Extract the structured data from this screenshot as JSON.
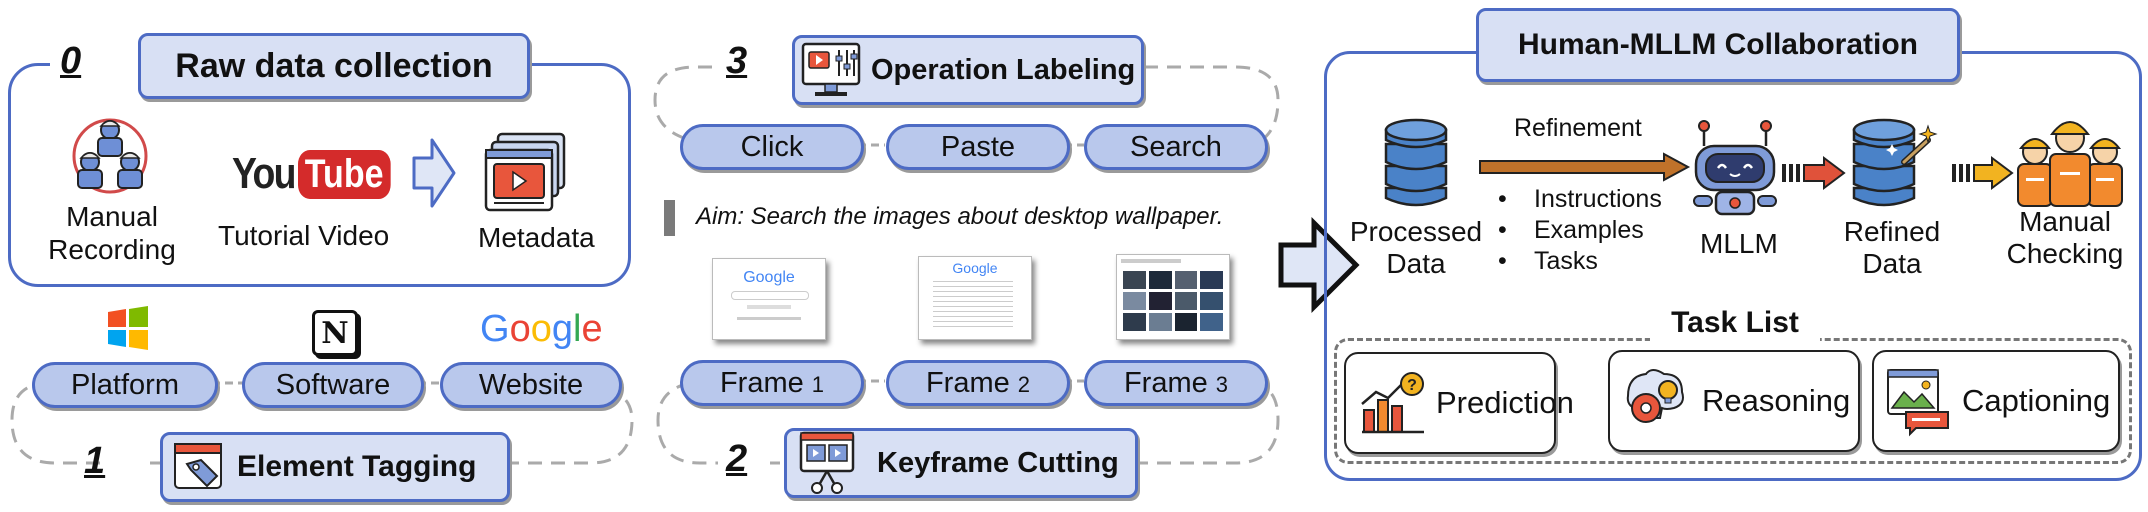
{
  "raw": {
    "step": "0",
    "title": "Raw data  collection",
    "manual_line1": "Manual",
    "manual_line2": "Recording",
    "youtube_you": "You",
    "youtube_tube": "Tube",
    "tutorial": "Tutorial Video",
    "metadata": "Metadata"
  },
  "tagging": {
    "step": "1",
    "title": "Element Tagging",
    "google_letters": [
      "G",
      "o",
      "o",
      "g",
      "l",
      "e"
    ],
    "google_colors": [
      "#4285F4",
      "#EA4335",
      "#FBBC05",
      "#4285F4",
      "#34A853",
      "#EA4335"
    ],
    "notion_letter": "N",
    "pills": [
      "Platform",
      "Software",
      "Website"
    ]
  },
  "labeling": {
    "step": "3",
    "title": "Operation Labeling",
    "pills": [
      "Click",
      "Paste",
      "Search"
    ]
  },
  "aim": "Aim: Search the images about desktop wallpaper.",
  "keyframe": {
    "step": "2",
    "title": "Keyframe Cutting",
    "frames": [
      {
        "word": "Frame ",
        "num": "1"
      },
      {
        "word": "Frame ",
        "num": "2"
      },
      {
        "word": "Frame ",
        "num": "3"
      }
    ],
    "google_text": "Google"
  },
  "collab": {
    "title": "Human-MLLM Collaboration",
    "processed_line1": "Processed",
    "processed_line2": "Data",
    "refinement": "Refinement",
    "bullets": [
      "Instructions",
      "Examples",
      "Tasks"
    ],
    "mllm": "MLLM",
    "refined_line1": "Refined",
    "refined_line2": "Data",
    "manual_line1": "Manual",
    "manual_line2": "Checking",
    "task_list_title": "Task List",
    "tasks": [
      "Prediction",
      "Reasoning",
      "Captioning"
    ]
  },
  "colors": {
    "pill_fill": "#b9c8ec",
    "outline_blue": "#4d6bc4",
    "header_fill": "#d8e0f4",
    "arrow_brown": "#c0722a",
    "arrow_red": "#e0523a",
    "arrow_yellow": "#f2b320"
  }
}
